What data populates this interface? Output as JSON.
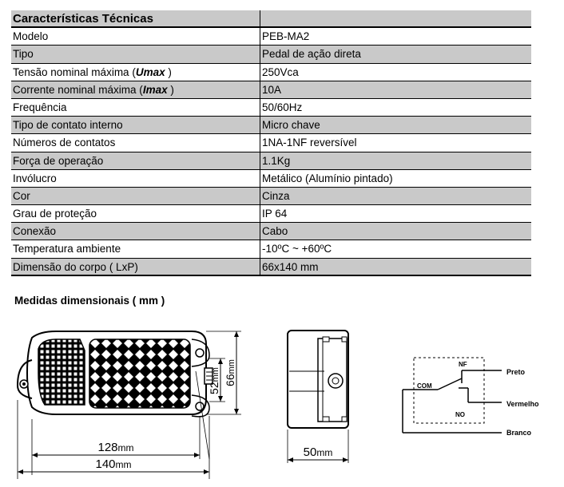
{
  "table": {
    "header": [
      "Características Técnicas",
      ""
    ],
    "rows": [
      {
        "label": "Modelo",
        "value": "PEB-MA2"
      },
      {
        "label": "Tipo",
        "value": "Pedal de ação direta"
      },
      {
        "label": "Tensão nominal máxima (",
        "symbol": "Umax",
        "label_suffix": " )",
        "value": "250Vca"
      },
      {
        "label": "Corrente nominal máxima (",
        "symbol": "Imax",
        "label_suffix": " )",
        "value": "10A"
      },
      {
        "label": "Frequência",
        "value": "50/60Hz"
      },
      {
        "label": "Tipo de contato interno",
        "value": "Micro chave"
      },
      {
        "label": "Números de contatos",
        "value": "1NA-1NF reversível"
      },
      {
        "label": "Força de operação",
        "value": "1.1Kg"
      },
      {
        "label": "Invólucro",
        "value": "Metálico (Alumínio pintado)"
      },
      {
        "label": "Cor",
        "value": "Cinza"
      },
      {
        "label": "Grau de proteção",
        "value": "IP 64"
      },
      {
        "label": "Conexão",
        "value": "Cabo"
      },
      {
        "label": "Temperatura ambiente",
        "value": "-10ºC ~ +60ºC"
      },
      {
        "label": "Dimensão do corpo ( LxP)",
        "value": "66x140 mm"
      }
    ]
  },
  "dimensions": {
    "title": "Medidas dimensionais ( mm )",
    "inner_length": "128",
    "outer_length": "140",
    "inner_width": "52",
    "outer_width": "66",
    "depth": "50",
    "unit": "mm"
  },
  "wiring": {
    "nf": "NF",
    "com": "COM",
    "no": "NO",
    "wire_1": "Preto",
    "wire_2": "Vermelho",
    "wire_3": "Branco"
  }
}
